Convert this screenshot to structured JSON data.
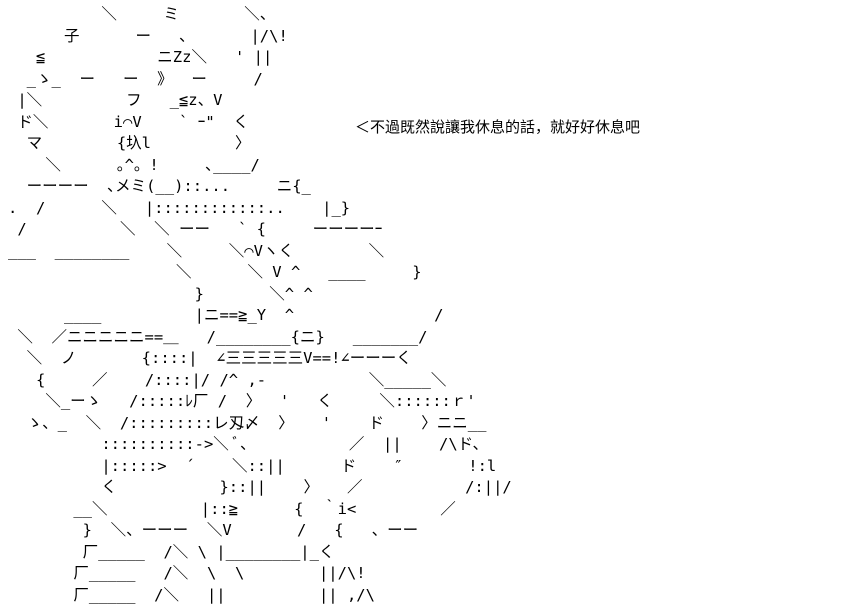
{
  "ascii_art": [
    "          ＼     ミ       ＼、",
    "      子      ー   、      |/\\!",
    "   ≦            ニZz＼   ' ||",
    "  _ゝ_  ー   ー  》  ー     /",
    " |＼         フ   _≦z、V",
    " ド＼       i⌒V    ` ｰ\"  く",
    "  マ        {圦l         〉",
    "    ＼      ｡^。!     ､____/",
    "  ーーーー  ､メミ(__)::...     ニ{_",
    ".  /      ＼   |::::::::::::..    |_}",
    " /          ＼  ＼ ーー   ` {     ーーーーｰ",
    "___  ________    ＼     ＼⌒Vヽく        ＼",
    "                  ＼      ＼ V ^   ____     }",
    "                    }       ＼^ ^",
    "      ____          |ニ==≧_Y  ^               /",
    " ＼  ／ニニニニニ==＿   /________{ニ}   _______/",
    "  ＼  ノ       {::::|  ∠三三三三三V==!∠ーーーく",
    "   {     ／    /::::|/ /^ ,‐           ＼_____＼",
    "    ＼_ーゝ   /:::::ﾚ厂 /  〉  '   く     ＼::::::ｒ'",
    "  ゝ、_  ＼  /:::::::::レ刄〆  〉   '    ド    〉ニニ__",
    "          ::::::::::->＼ ﾞ、          ／  ||    /\\ド、",
    "          |:::::>  ´    ＼::||      ド    ″       !:l",
    "          く           }::||    〉   ／           /:||/",
    "       __＼          |::≧      {  ｀i<         ／",
    "        }  ＼、ーーー  ＼V       /   {   、ーー",
    "        厂_____  /＼ \\ |________|_く",
    "       厂_____   /＼  \\  \\        ||/\\!",
    "       厂_____  /＼   ||          || ,/\\"
  ],
  "speech": "＜不過既然說讓我休息的話，就好好休息吧"
}
